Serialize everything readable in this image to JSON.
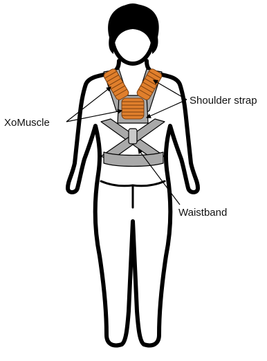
{
  "labels": {
    "xomuscle": "XoMuscle",
    "shoulder_strap": "Shoulder strap",
    "waistband": "Waistband"
  },
  "colors": {
    "outline": "#000000",
    "hair": "#000000",
    "harness": "#a9a9a9",
    "muscle": "#e07f2c",
    "muscle_rib": "#7a3e0e",
    "text": "#111111"
  }
}
